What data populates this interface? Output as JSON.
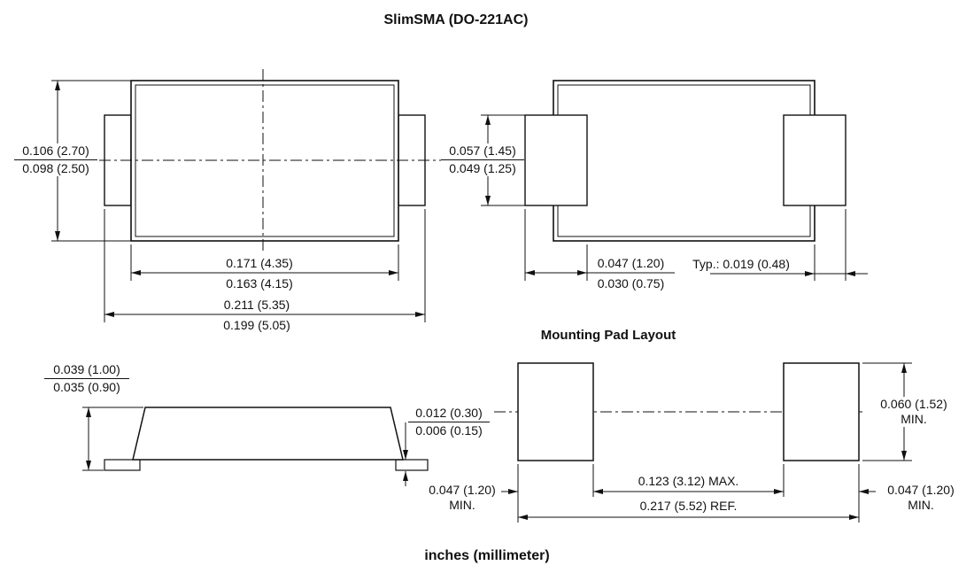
{
  "title": "SlimSMA (DO-221AC)",
  "headings": {
    "mounting_pad_layout": "Mounting Pad Layout",
    "units_caption": "inches (millimeter)"
  },
  "dims": {
    "body_height_max": "0.106 (2.70)",
    "body_height_min": "0.098 (2.50)",
    "body_width_max": "0.171 (4.35)",
    "body_width_min": "0.163 (4.15)",
    "overall_width_max": "0.211 (5.35)",
    "overall_width_min": "0.199 (5.05)",
    "pad_height_max": "0.057 (1.45)",
    "pad_height_min": "0.049 (1.25)",
    "terminal_width_max": "0.047 (1.20)",
    "terminal_width_min": "0.030 (0.75)",
    "body_edge_to_pad_typ": "Typ.: 0.019 (0.48)",
    "profile_height_max": "0.039 (1.00)",
    "profile_height_min": "0.035 (0.90)",
    "lead_thickness_max": "0.012 (0.30)",
    "lead_thickness_min": "0.006 (0.15)",
    "pad_width_left_min": "0.047 (1.20)",
    "pad_width_left_qualifier": "MIN.",
    "pad_inner_gap_max": "0.123 (3.12) MAX.",
    "pad_outer_span_ref": "0.217 (5.52) REF.",
    "pad_height_min_value": "0.060 (1.52)",
    "pad_height_min_qualifier": "MIN.",
    "pad_width_right_min": "0.047 (1.20)",
    "pad_width_right_qualifier": "MIN."
  }
}
